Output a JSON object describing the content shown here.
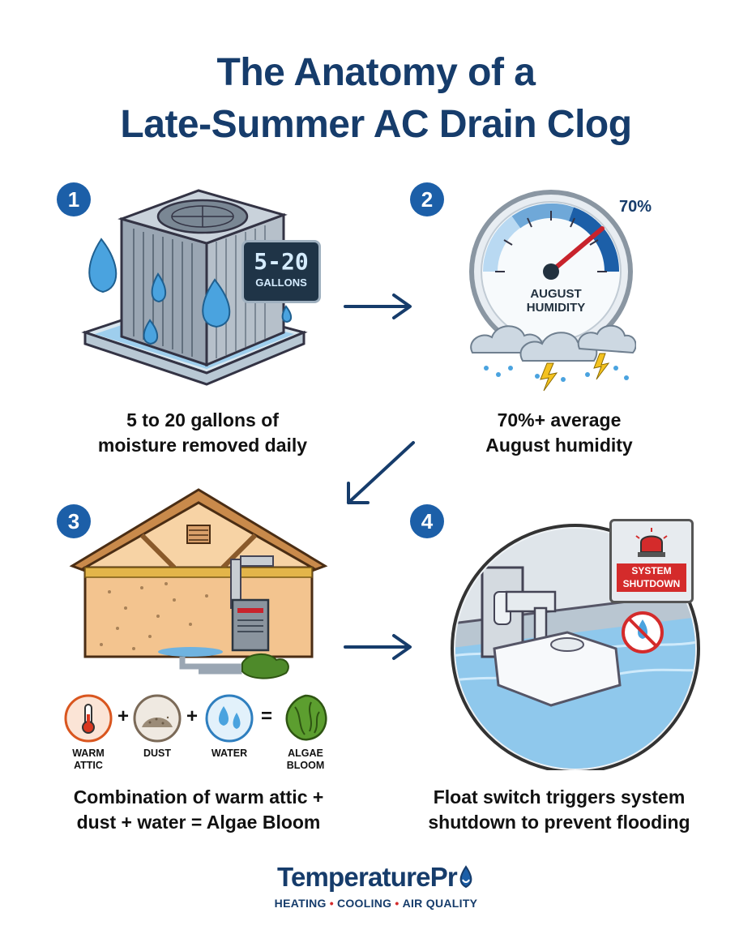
{
  "title": {
    "line1": "The Anatomy of a",
    "line2": "Late-Summer AC Drain Clog"
  },
  "steps": [
    {
      "number": "1",
      "display_value": "5-20",
      "display_unit": "GALLONS",
      "caption_line1": "5 to 20 gallons of",
      "caption_line2": "moisture removed daily"
    },
    {
      "number": "2",
      "gauge_value_label": "70%",
      "gauge_level_percent": 70,
      "gauge_label_line1": "AUGUST",
      "gauge_label_line2": "HUMIDITY",
      "caption_line1": "70%+ average",
      "caption_line2": "August humidity"
    },
    {
      "number": "3",
      "ingredients": [
        {
          "label": "WARM",
          "label2": "ATTIC",
          "icon": "thermometer-icon"
        },
        {
          "label": "DUST",
          "label2": "",
          "icon": "dust-pile-icon"
        },
        {
          "label": "WATER",
          "label2": "",
          "icon": "water-drops-icon"
        },
        {
          "label": "ALGAE",
          "label2": "BLOOM",
          "icon": "algae-icon"
        }
      ],
      "operators": [
        "+",
        "+",
        "="
      ],
      "caption_line1": "Combination of warm attic +",
      "caption_line2": "dust + water = Algae Bloom"
    },
    {
      "number": "4",
      "alert_line1": "SYSTEM",
      "alert_line2": "SHUTDOWN",
      "caption_line1": "Float switch triggers system",
      "caption_line2": "shutdown to prevent flooding"
    }
  ],
  "logo": {
    "name": "TemperaturePr",
    "tag_items": [
      "HEATING",
      "COOLING",
      "AIR QUALITY"
    ]
  },
  "colors": {
    "navy": "#163c6b",
    "badge_blue": "#1c5fa8",
    "water_blue": "#4aa3df",
    "alert_red": "#d42b2b",
    "algae_green": "#4e8a2a"
  }
}
